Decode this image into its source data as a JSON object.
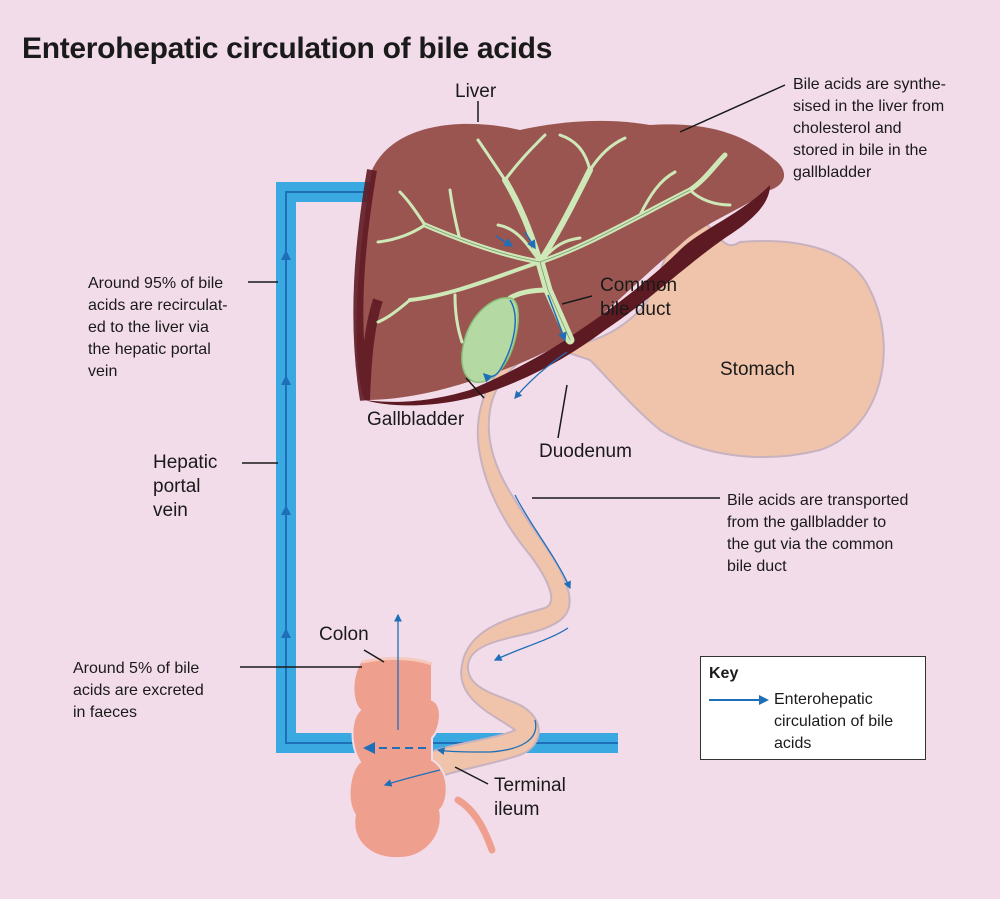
{
  "title": "Enterohepatic circulation of bile acids",
  "labels": {
    "liver": "Liver",
    "common_bile_duct": "Common\nbile duct",
    "stomach": "Stomach",
    "gallbladder": "Gallbladder",
    "duodenum": "Duodenum",
    "hepatic_portal_vein": "Hepatic\nportal\nvein",
    "colon": "Colon",
    "terminal_ileum": "Terminal\nileum"
  },
  "annotations": {
    "synthesis": "Bile acids are synthe-\nsised in the liver from\ncholesterol and\nstored in bile in the\ngallbladder",
    "recirculation": "Around 95% of bile\nacids are recirculat-\ned to the liver via\nthe hepatic portal\nvein",
    "transport": "Bile acids are transported\nfrom the gallbladder to\nthe gut via the common\nbile duct",
    "excretion": "Around 5% of bile\nacids are excreted\nin faeces"
  },
  "key": {
    "title": "Key",
    "entry": "Enterohepatic\ncirculation of bile\nacids"
  },
  "colors": {
    "background": "#f3dcea",
    "liver": "#9a5551",
    "liver_dark": "#5e1a22",
    "bile_ducts": "#cfe8b8",
    "gallbladder": "#b4d9a2",
    "gut": "#efc4aa",
    "colon": "#ef9f8e",
    "portal_vein": "#3aa9e2",
    "flow_arrow": "#1f6fb8"
  }
}
